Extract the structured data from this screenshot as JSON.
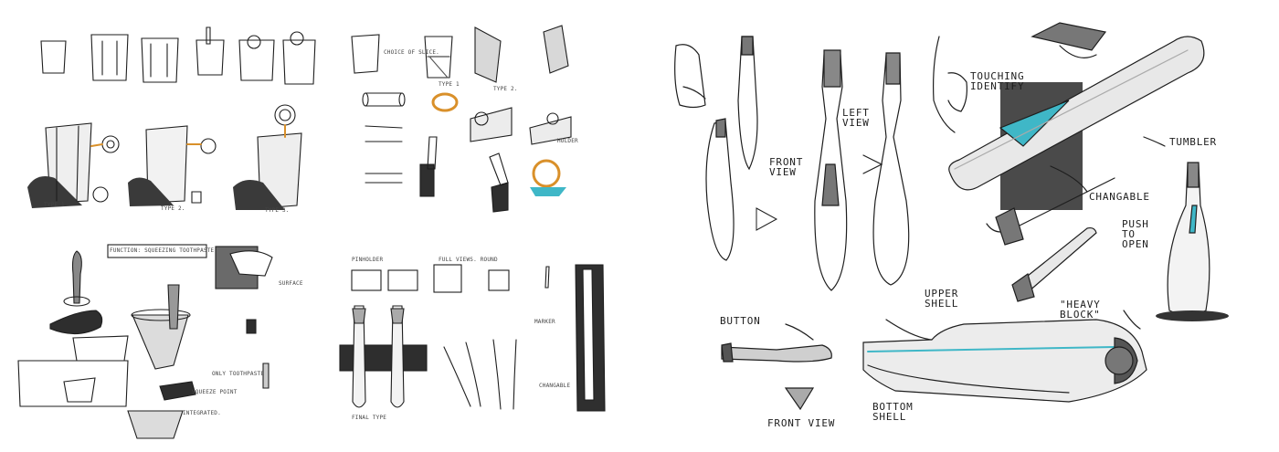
{
  "left_sheet": {
    "panel_cup_cuts": {
      "labels": [
        "TYPE 1.",
        "TYPE 2.",
        "TYPE 3."
      ]
    },
    "panel_holder_parts": {
      "labels": [
        "TYPE 1",
        "TYPE 2.",
        "CHOICE OF SLICE.",
        "HOLDER"
      ]
    },
    "panel_function": {
      "labels": [
        "FUNCTION: SQUEEZING TOOTHPASTE",
        "SURFACE",
        "INTEGRATED.",
        "ONLY TOOTHPASTE",
        "SQUEEZE POINT"
      ]
    },
    "panel_final": {
      "labels": [
        "PINHOLDER",
        "FULL VIEWS. ROUND",
        "MARKER",
        "CHANGABLE",
        "FINAL TYPE"
      ]
    }
  },
  "right_sheet": {
    "labels": {
      "front_view": "FRONT\nVIEW",
      "left_view": "LEFT\nVIEW",
      "touching_identify": "TOUCHING\nIDENTIFY",
      "tumbler": "TUMBLER",
      "changable": "CHANGABLE",
      "push_to_open": "PUSH\nTO\nOPEN",
      "upper_shell": "UPPER\nSHELL",
      "heavy_block": "\"HEAVY\nBLOCK\"",
      "button": "BUTTON",
      "front_view_bottom": "FRONT VIEW",
      "bottom_shell": "BOTTOM\nSHELL"
    }
  },
  "colors": {
    "ink": "#1e1e1e",
    "marker_grey": "#8a8a8a",
    "dark_marker": "#3a3a3a",
    "accent_cyan": "#3fb7c7",
    "accent_orange": "#d9902a"
  }
}
